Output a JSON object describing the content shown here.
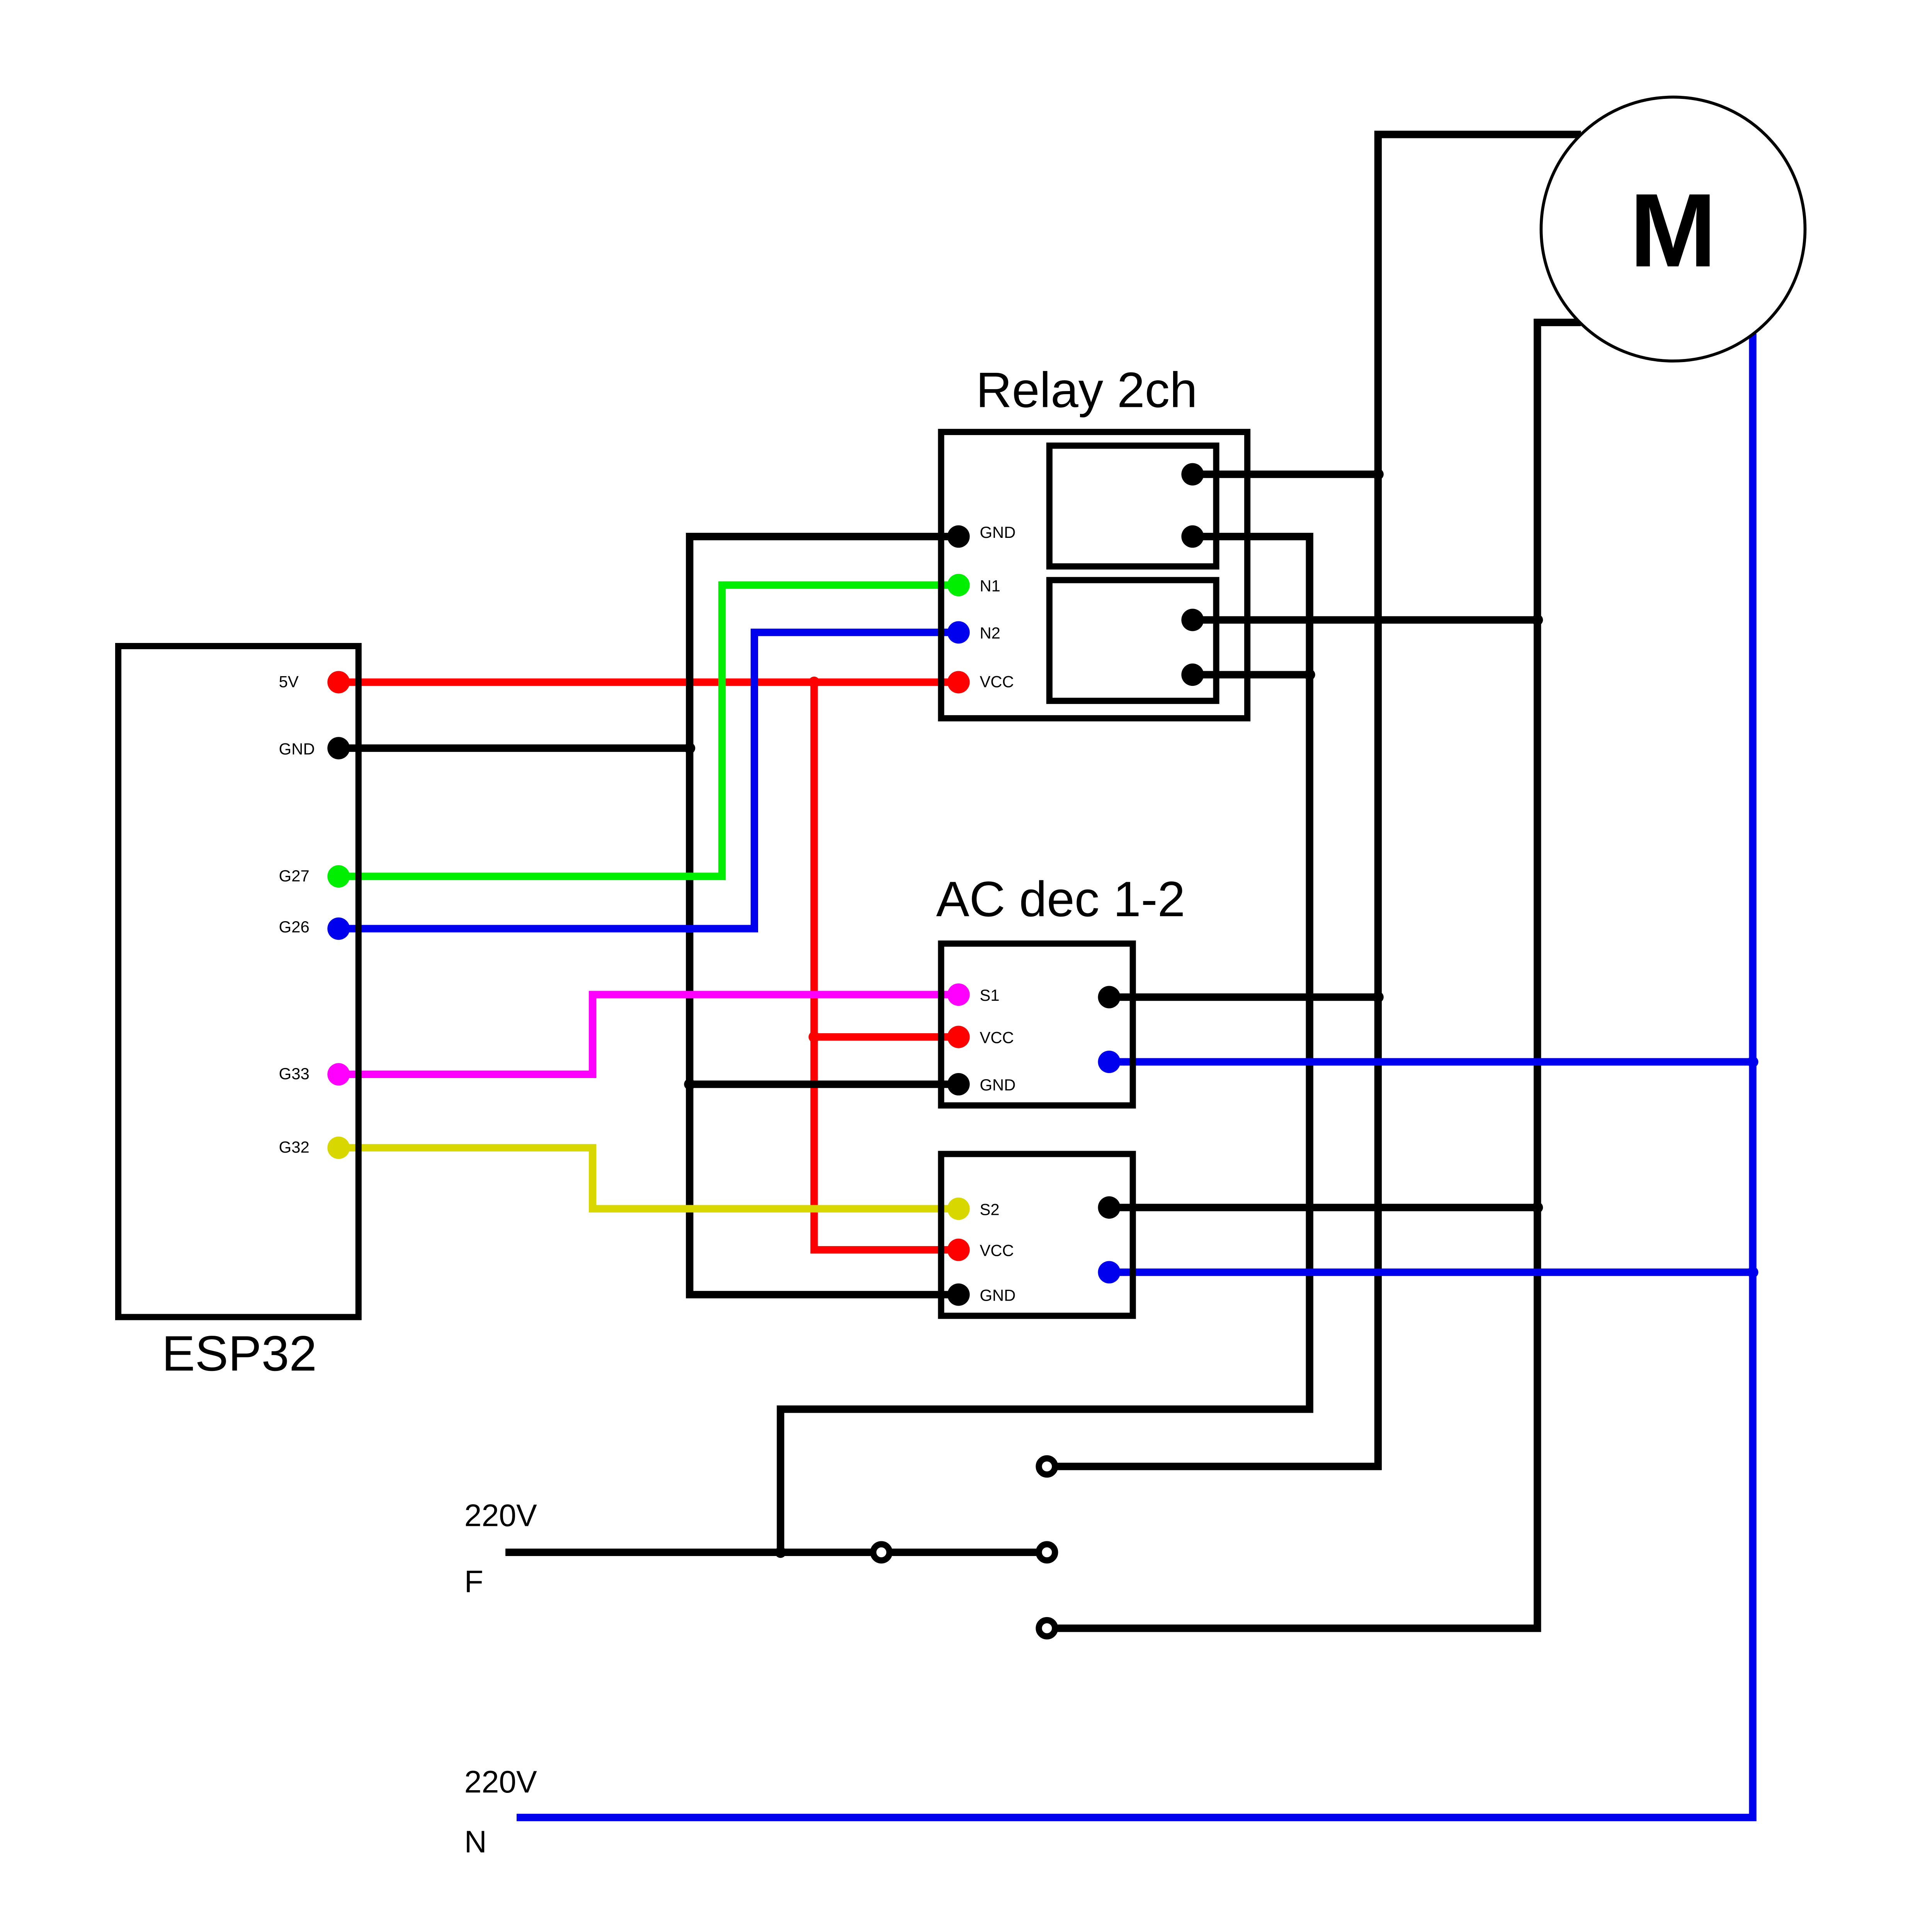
{
  "esp32": {
    "title": "ESP32",
    "pins": [
      "5V",
      "GND",
      "G27",
      "G26",
      "G33",
      "G32"
    ]
  },
  "relay": {
    "title": "Relay 2ch",
    "pins": [
      "GND",
      "N1",
      "N2",
      "VCC"
    ]
  },
  "ac_dec": {
    "title": "AC dec 1-2",
    "module1_pins": [
      "S1",
      "VCC",
      "GND"
    ],
    "module2_pins": [
      "S2",
      "VCC",
      "GND"
    ]
  },
  "motor": {
    "label": "M"
  },
  "mains": {
    "f_voltage": "220V",
    "f_label": "F",
    "n_voltage": "220V",
    "n_label": "N"
  },
  "colors": {
    "red": "#ff0000",
    "black": "#000000",
    "green": "#00ee00",
    "blue": "#0000ee",
    "magenta": "#ff00ff",
    "yellow": "#d8d800"
  }
}
